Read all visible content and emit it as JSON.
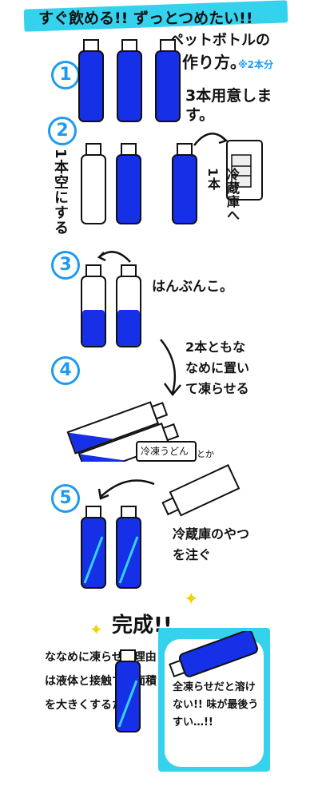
{
  "header": {
    "title_line1": "すぐ飲める!! ずっとつめたい!!",
    "title_line2": "ペットボトルの",
    "title_line3": "作り方。",
    "note": "※2本分"
  },
  "steps": [
    {
      "num": "1",
      "text": "3本用意します。"
    },
    {
      "num": "2",
      "side_label": "1本空にする",
      "fridge_label": "冷蔵庫へ1本"
    },
    {
      "num": "3",
      "text": "はんぶんこ。"
    },
    {
      "num": "4",
      "text": "2本ともななめに置いて凍らせる",
      "tag": "冷凍うどん",
      "tag_suffix": "とか"
    },
    {
      "num": "5",
      "text": "冷蔵庫のやつを注ぐ"
    }
  ],
  "finish": {
    "title": "完成!!",
    "reason": "ななめに凍らせる理由は液体と接触する面積を大きくするため。",
    "note": "全凍らせだと溶けない!! 味が最後うすい…!!"
  },
  "colors": {
    "accent": "#1e9bf0",
    "bottle": "#1530e6",
    "highlight": "#35d2ee"
  }
}
